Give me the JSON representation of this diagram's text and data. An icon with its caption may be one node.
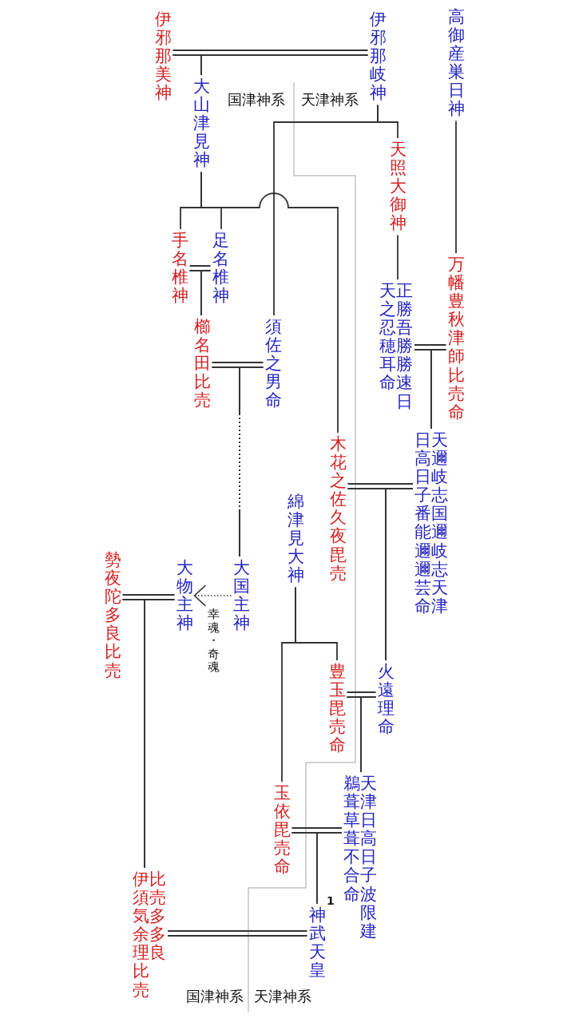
{
  "diagram": {
    "nodes": [
      {
        "text": [
          "高御産巣日神"
        ]
      },
      {
        "text": [
          "伊邪那岐神"
        ]
      },
      {
        "text": [
          "伊邪那美神"
        ]
      },
      {
        "text": [
          "大山津見神"
        ]
      },
      {
        "text": [
          "天照大御神"
        ]
      },
      {
        "text": [
          "足名椎神"
        ]
      },
      {
        "text": [
          "手名椎神"
        ]
      },
      {
        "text": [
          "万幡豊秋津師比売命"
        ]
      },
      {
        "text": [
          "正勝吾勝勝速日天之忍穂耳命"
        ]
      },
      {
        "text": [
          "須佐之男命"
        ]
      },
      {
        "text": [
          "櫛名田比売"
        ]
      },
      {
        "text": [
          "天邇岐志国邇岐志天津日高日子番能邇邇芸命"
        ]
      },
      {
        "text": [
          "木花之佐久夜毘売"
        ]
      },
      {
        "text": [
          "綿津見大神"
        ]
      },
      {
        "text": [
          "勢夜陀多良比売"
        ]
      },
      {
        "text": [
          "大国主神"
        ]
      },
      {
        "text": [
          "大物主神"
        ]
      },
      {
        "text": [
          "火遠理命"
        ]
      },
      {
        "text": [
          "豊玉毘売命"
        ]
      },
      {
        "text": [
          "天津日高日子波限建鵜葺草葺不合命"
        ]
      },
      {
        "text": [
          "玉依毘売命"
        ]
      },
      {
        "text": [
          "比売多多良伊須気余理比売"
        ]
      },
      {
        "text": [
          "神武天皇"
        ],
        "beside": [
          "1"
        ]
      }
    ],
    "edges": [
      {
        "from": 2,
        "to": 1,
        "arrow": "none"
      },
      {
        "from": 6,
        "to": 5,
        "arrow": "none"
      },
      {
        "from": 10,
        "to": 9,
        "arrow": "none"
      },
      {
        "from": 8,
        "to": 7,
        "arrow": "none"
      },
      {
        "from": 12,
        "to": 11,
        "arrow": "none"
      },
      {
        "from": 14,
        "to": 16,
        "arrow": "none"
      },
      {
        "from": 18,
        "to": 17,
        "arrow": "none"
      },
      {
        "from": 20,
        "to": 19,
        "arrow": "none"
      },
      {
        "from": 21,
        "to": 22,
        "arrow": "none"
      },
      {
        "from": 2,
        "to": 3,
        "arrow": "none"
      },
      {
        "from": 1,
        "to": 3,
        "arrow": "none"
      },
      {
        "from": 1,
        "to": 4,
        "arrow": "none"
      },
      {
        "from": 1,
        "to": 9,
        "arrow": "none"
      },
      {
        "from": 3,
        "to": 6,
        "arrow": "none"
      },
      {
        "from": 3,
        "to": 5,
        "arrow": "none"
      },
      {
        "from": 3,
        "to": 12,
        "arrow": "none"
      },
      {
        "from": 0,
        "to": 7,
        "arrow": "none"
      },
      {
        "from": 4,
        "to": 8,
        "arrow": "none"
      },
      {
        "from": 6,
        "to": 10,
        "arrow": "none"
      },
      {
        "from": 5,
        "to": 10,
        "arrow": "none"
      },
      {
        "from": 10,
        "to": 15,
        "arrow": "none",
        "style": "dashed"
      },
      {
        "from": 9,
        "to": 15,
        "arrow": "none",
        "style": "dashed"
      },
      {
        "from": 8,
        "to": 11,
        "arrow": "none"
      },
      {
        "from": 7,
        "to": 11,
        "arrow": "none"
      },
      {
        "from": 12,
        "to": 17,
        "arrow": "none"
      },
      {
        "from": 11,
        "to": 17,
        "arrow": "none"
      },
      {
        "from": 13,
        "to": 18,
        "arrow": "none"
      },
      {
        "from": 13,
        "to": 20,
        "arrow": "none"
      },
      {
        "from": 18,
        "to": 19,
        "arrow": "none"
      },
      {
        "from": 17,
        "to": 19,
        "arrow": "none"
      },
      {
        "from": 20,
        "to": 22,
        "arrow": "none"
      },
      {
        "from": 19,
        "to": 22,
        "arrow": "none"
      },
      {
        "from": 14,
        "to": 21,
        "arrow": "none"
      },
      {
        "from": 16,
        "to": 21,
        "arrow": "none"
      },
      {
        "from": 15,
        "to": 16,
        "arrow": "to",
        "label": "幸魂・奇魂",
        "style": "dashed"
      }
    ],
    "labels": [
      "国津神系",
      "天津神系",
      "国津神系",
      "天津神系"
    ]
  }
}
